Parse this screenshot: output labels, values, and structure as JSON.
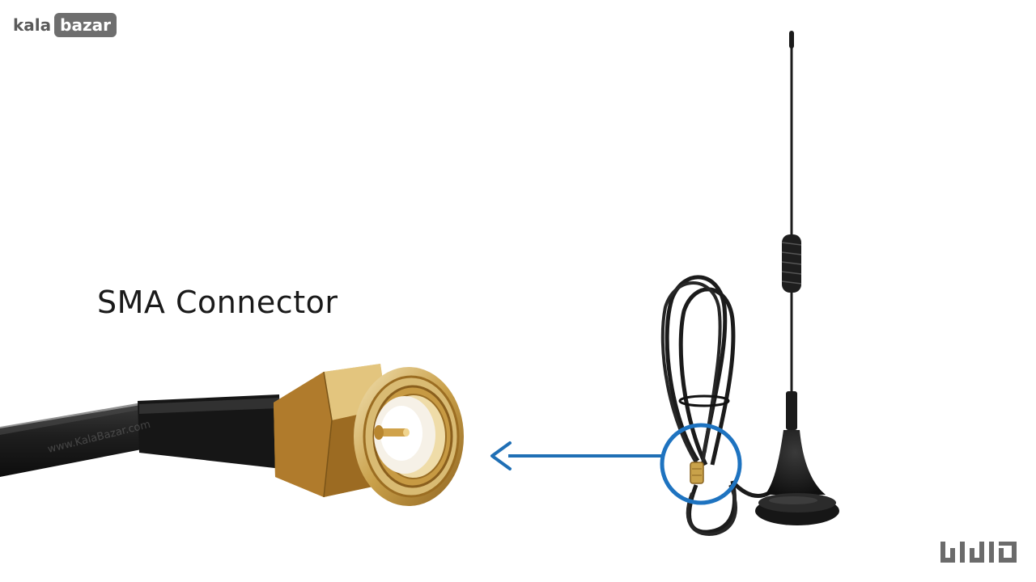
{
  "logo_top": {
    "part1": "kala",
    "part2": "bazar"
  },
  "caption": "SMA Connector",
  "watermark": "www.KalaBazar.com",
  "logo_bottom_text": "کالابازار",
  "colors": {
    "arrow": "#1f6fb5",
    "circle": "#1e73c0",
    "cable": "#1b1b1b",
    "gold": "#c9a24a"
  }
}
